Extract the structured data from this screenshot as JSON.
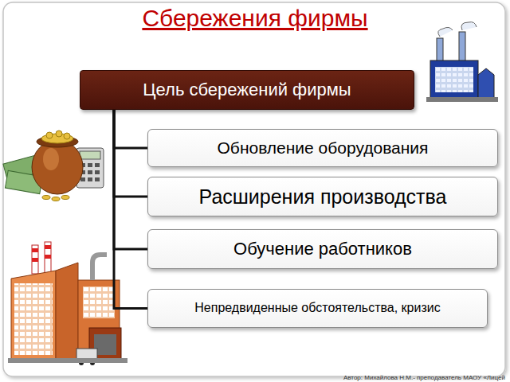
{
  "diagram": {
    "title": "Сбережения фирмы",
    "nodes": [
      {
        "text": [
          "Цель сбережений фирмы"
        ]
      },
      {
        "text": [
          "Обновление оборудования"
        ]
      },
      {
        "text": [
          "Расширения производства"
        ]
      },
      {
        "text": [
          "Обучение работников"
        ]
      },
      {
        "text": [
          "Непредвиденные обстоятельства, кризис"
        ]
      }
    ],
    "edges": [
      {
        "from": 0,
        "to": 1,
        "arrow": "none"
      },
      {
        "from": 0,
        "to": 2,
        "arrow": "none"
      },
      {
        "from": 0,
        "to": 3,
        "arrow": "none"
      },
      {
        "from": 0,
        "to": 4,
        "arrow": "none"
      }
    ],
    "labels": [
      "Автор: Михайлова Н.М.- преподаватель МАОУ «Лицей"
    ]
  }
}
